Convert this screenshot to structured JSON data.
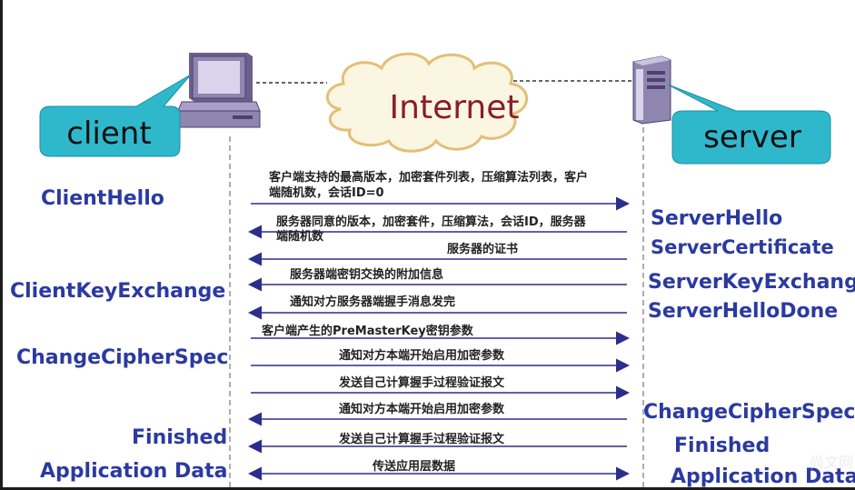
{
  "diagram": {
    "cloud_label": "Internet",
    "client_label": "client",
    "server_label": "server",
    "watermark": "尚文网"
  },
  "client_steps": [
    {
      "id": "client-hello",
      "label": "ClientHello"
    },
    {
      "id": "client-key-exchange",
      "label": "ClientKeyExchange"
    },
    {
      "id": "client-change-cipher-spec",
      "label": "ChangeCipherSpec"
    },
    {
      "id": "client-finished",
      "label": "Finished"
    },
    {
      "id": "client-application-data",
      "label": "Application Data"
    }
  ],
  "server_steps": [
    {
      "id": "server-hello",
      "label": "ServerHello"
    },
    {
      "id": "server-certificate",
      "label": "ServerCertificate"
    },
    {
      "id": "server-key-exchange",
      "label": "ServerKeyExchange"
    },
    {
      "id": "server-hello-done",
      "label": "ServerHelloDone"
    },
    {
      "id": "server-change-cipher-spec",
      "label": "ChangeCipherSpec"
    },
    {
      "id": "server-finished",
      "label": "Finished"
    },
    {
      "id": "server-application-data",
      "label": "Application Data"
    }
  ],
  "messages": [
    {
      "id": "msg-client-hello",
      "direction": "to-server",
      "lines": [
        "客户端支持的最高版本，加密套件列表，压缩算法列表，客户",
        "端随机数，会话ID=0"
      ]
    },
    {
      "id": "msg-server-hello",
      "direction": "to-client",
      "lines": [
        "服务器同意的版本，加密套件，压缩算法，会话ID，服务器",
        "端随机数"
      ]
    },
    {
      "id": "msg-server-certificate",
      "direction": "to-client",
      "lines": [
        "服务器的证书"
      ]
    },
    {
      "id": "msg-server-key-exchange",
      "direction": "to-client",
      "lines": [
        "服务器端密钥交换的附加信息"
      ]
    },
    {
      "id": "msg-server-hello-done",
      "direction": "to-client",
      "lines": [
        "通知对方服务器端握手消息发完"
      ]
    },
    {
      "id": "msg-client-key-exchange",
      "direction": "to-server",
      "lines": [
        "客户端产生的PreMasterKey密钥参数"
      ]
    },
    {
      "id": "msg-client-ccs",
      "direction": "to-server",
      "lines": [
        "通知对方本端开始启用加密参数"
      ]
    },
    {
      "id": "msg-client-finished",
      "direction": "to-server",
      "lines": [
        "发送自己计算握手过程验证报文"
      ]
    },
    {
      "id": "msg-server-ccs",
      "direction": "to-client",
      "lines": [
        "通知对方本端开始启用加密参数"
      ]
    },
    {
      "id": "msg-server-finished",
      "direction": "to-client",
      "lines": [
        "发送自己计算握手过程验证报文"
      ]
    },
    {
      "id": "msg-application-data",
      "direction": "both",
      "lines": [
        "传送应用层数据"
      ]
    }
  ],
  "colors": {
    "step_label": "#2b3aa0",
    "callout_fill": "#2fb8cc",
    "arrow": "#2b2e8c",
    "cloud_fill": "#fbf6e2",
    "cloud_stroke": "#e3bf77",
    "internet_text": "#8a1c2c"
  }
}
